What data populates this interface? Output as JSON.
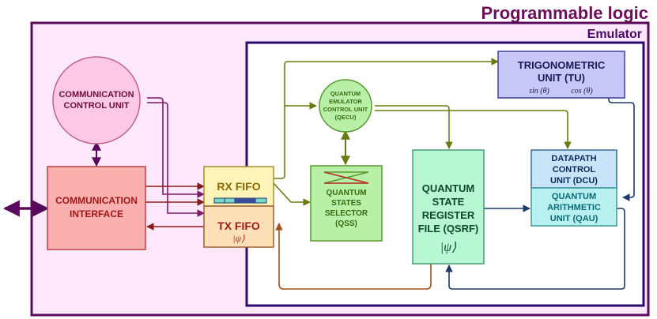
{
  "titles": {
    "outer": "Programmable logic",
    "inner": "Emulator"
  },
  "blocks": {
    "ccu": {
      "line1": "COMMUNICATION",
      "line2": "CONTROL UNIT"
    },
    "ci": {
      "line1": "COMMUNICATION",
      "line2": "INTERFACE"
    },
    "rx": {
      "label": "RX FIFO"
    },
    "tx": {
      "label": "TX FIFO",
      "sub": "|ψ⟩"
    },
    "qecu": {
      "line1": "QUANTUM",
      "line2": "EMULATOR",
      "line3": "CONTROL UNIT",
      "line4": "(QECU)"
    },
    "qss": {
      "line1": "QUANTUM",
      "line2": "STATES",
      "line3": "SELECTOR",
      "line4": "(QSS)"
    },
    "qsrf": {
      "line1": "QUANTUM",
      "line2": "STATE",
      "line3": "REGISTER",
      "line4": "FILE (QSRF)",
      "psi": "|ψ⟩"
    },
    "tu": {
      "line1": "TRIGONOMETRIC",
      "line2": "UNIT (TU)",
      "sin": "sin (θ)",
      "cos": "cos (θ)"
    },
    "dcu": {
      "line1": "DATAPATH",
      "line2": "CONTROL",
      "line3": "UNIT (DCU)"
    },
    "qau": {
      "line1": "QUANTUM",
      "line2": "ARITHMETIC",
      "line3": "UNIT (QAU)"
    }
  },
  "colors": {
    "outer_border": "#5a0a5a",
    "outer_fill": "#fde8fb",
    "inner_border": "#2a0a6a",
    "arrow_dark_red": "#8b1a1a",
    "arrow_olive": "#6b7a10",
    "arrow_navy": "#1a3a6a",
    "arrow_brown": "#a0521e",
    "arrow_purple": "#5a0a5a"
  }
}
